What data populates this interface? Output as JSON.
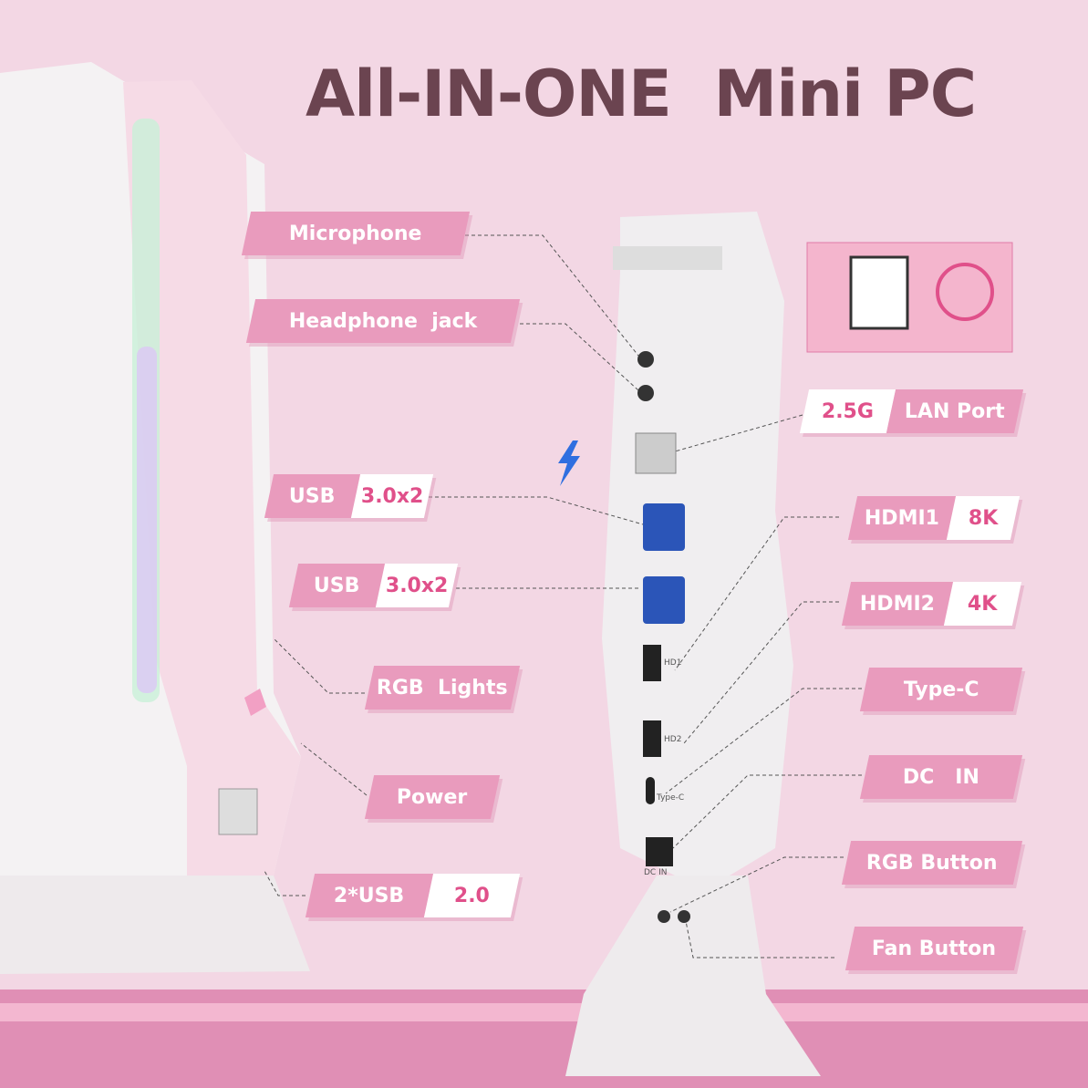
{
  "title": "All-IN-ONE  Mini PC",
  "labels": {
    "microphone": "Microphone",
    "headphone": "Headphone  jack",
    "usb1_a": "USB",
    "usb1_b": "3.0x2",
    "usb2_a": "USB",
    "usb2_b": "3.0x2",
    "rgb_lights": "RGB  Lights",
    "power": "Power",
    "usb20_a": "2*USB",
    "usb20_b": "2.0",
    "lan_a": "2.5G",
    "lan_b": "LAN Port",
    "hdmi1_a": "HDMI1",
    "hdmi1_b": "8K",
    "hdmi2_a": "HDMI2",
    "hdmi2_b": "4K",
    "typec": "Type-C",
    "dcin": "DC   IN",
    "rgb_button": "RGB Button",
    "fan_button": "Fan Button"
  },
  "port_marks": {
    "hd1": "HD1",
    "hd2": "HD2",
    "typec": "Type-C",
    "dc": "DC IN"
  },
  "colors": {
    "background": "#f3d7e4",
    "label_pink": "#e99bbd",
    "accent": "#e0508a",
    "title": "#6b4450"
  }
}
